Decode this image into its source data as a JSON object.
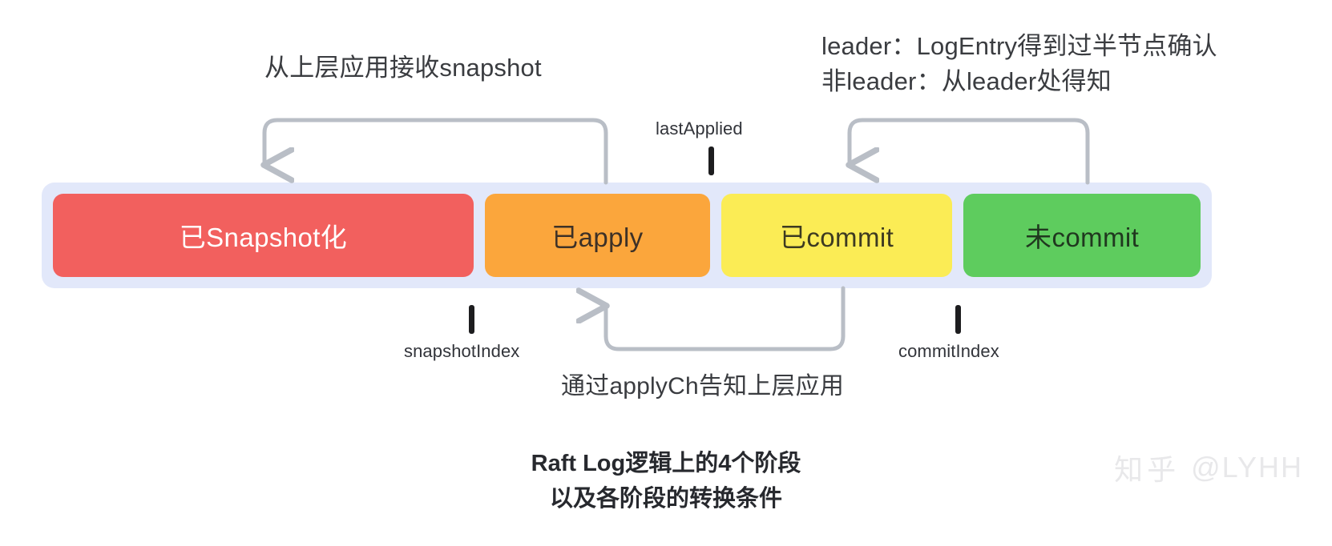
{
  "diagram": {
    "annotations": {
      "snapshot_source": "从上层应用接收snapshot",
      "commit_rule_line1": "leader：LogEntry得到过半节点确认",
      "commit_rule_line2": "非leader：从leader处得知",
      "applych_notify": "通过applyCh告知上层应用"
    },
    "pointers": {
      "last_applied": "lastApplied",
      "snapshot_index": "snapshotIndex",
      "commit_index": "commitIndex"
    },
    "log_bar": {
      "track_color": "#e2e8fa",
      "segments": [
        {
          "label": "已Snapshot化",
          "color": "#f2605e",
          "text_color": "#ffffff",
          "flex": 35.5
        },
        {
          "label": "已apply",
          "color": "#fba63c",
          "text_color": "#3d3127",
          "flex": 19.0
        },
        {
          "label": "已commit",
          "color": "#fbec55",
          "text_color": "#3d3a21",
          "flex": 19.5
        },
        {
          "label": "未commit",
          "color": "#5ecc5e",
          "text_color": "#20381f",
          "flex": 20.0
        }
      ]
    },
    "caption": {
      "line1": "Raft Log逻辑上的4个阶段",
      "line2": "以及各阶段的转换条件"
    },
    "watermark": {
      "mark": "知乎",
      "handle": "@LYHH"
    },
    "colors": {
      "connector": "#b9bec6",
      "tick": "#1d1d1f",
      "text": "#3a3c40"
    }
  }
}
